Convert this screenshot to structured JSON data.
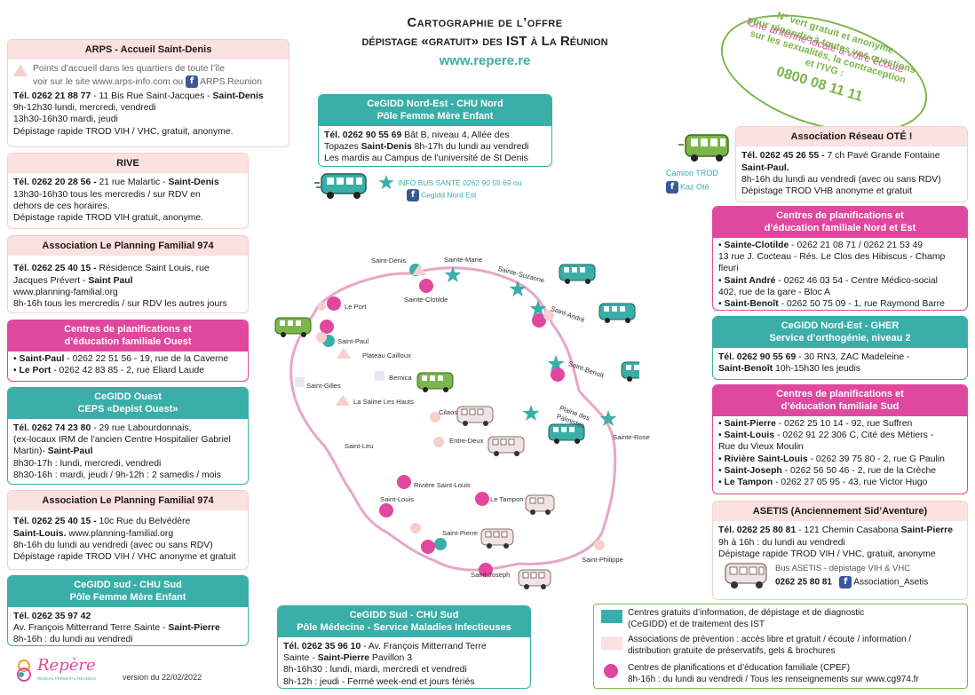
{
  "title": {
    "line1": "Cartographie de l’offre",
    "line2": "dépistage «gratuit» des IST à La Réunion",
    "url": "www.repere.re"
  },
  "bubble": {
    "headline": "Une antenne locale à votre écoute",
    "l1": "N° vert gratuit et anonyme",
    "l2": "pour répondre à toutes vos questions",
    "l3": "sur les sexualités, la contraception",
    "l4": "et l’IVG :",
    "phone": "0800 08 11 11"
  },
  "arps": {
    "title": "ARPS - Accueil Saint-Denis",
    "intro": "Points d’accueil dans les quartiers de toute l’île",
    "intro2": "voir sur le site www.arps-info.com ou",
    "fb": "ARPS.Reunion",
    "tel": "Tél.  0262 21 88 77",
    "addr": " - 11 Bis Rue Saint-Jacques - ",
    "city": "Saint-Denis",
    "h1": "9h-12h30 lundi, mercredi, vendredi",
    "h2": "13h30-16h30 mardi, jeudi",
    "h3": "Dépistage rapide TROD VIH / VHC, gratuit, anonyme."
  },
  "rive": {
    "title": "RIVE",
    "tel": "Tél.  0262 20 28 56 -",
    "addr": " 21 rue Malartic - ",
    "city": "Saint-Denis",
    "h1": "13h30-16h30 tous les mercredis / sur RDV en",
    "h2": "dehors de ces horaires.",
    "h3": "Dépistage rapide TROD VIH gratuit, anonyme."
  },
  "pf1": {
    "title": "Association Le Planning Familial 974",
    "tel": "Tél.  0262 25 40 15  -",
    "addr": " Résidence Saint Louis, rue",
    "addr2": "Jacques Prévert - ",
    "city": "Saint Paul",
    "web": "www.planning-familial.org",
    "h1": "8h-16h tous les mercredis / sur RDV les autres jours"
  },
  "cpefOuest": {
    "title1": "Centres de planifications et",
    "title2": "d’éducation familiale Ouest",
    "r1a": "Saint-Paul",
    "r1b": " - 0262 22 51 56 - 19, rue de la Caverne",
    "r2a": "Le Port",
    "r2b": " - 0262 42 83 85 - 2, rue Eliard Laude"
  },
  "cegiddOuest": {
    "title1": "CeGIDD Ouest",
    "title2": "CEPS «Depist Ouest»",
    "tel": "Tél.  0262 74 23 80",
    "addr": " - 29 rue Labourdonnais,",
    "a2": "(ex-locaux IRM de l’ancien Centre Hospitalier Gabriel",
    "a3": "Martin)- ",
    "city": "Saint-Paul",
    "h1": "8h30-17h : lundi, mercredi, vendredi",
    "h2": "8h30-16h : mardi, jeudi / 9h-12h : 2 samedis / mois"
  },
  "pf2": {
    "title": "Association Le Planning Familial 974",
    "tel": "Tél.  0262 25 40 15  -",
    "addr": " 10c Rue du Belvédère",
    "city": "Saint-Louis.",
    "web": "  www.planning-familial.org",
    "h1": "8h-16h du lundi au vendredi (avec ou sans RDV)",
    "h2": "Dépistage rapide TROD VIH / VHC anonyme et gratuit"
  },
  "cegiddSud1": {
    "title1": "CeGIDD sud - CHU Sud",
    "title2": "Pôle Femme Mère Enfant",
    "tel": "Tél.  0262 35 97 42",
    "a1": "Av. François Mitterrand Terre Sainte - ",
    "city": "Saint-Pierre",
    "h1": "8h-16h : du lundi au vendredi"
  },
  "footer": {
    "logo": "Repère",
    "logoSub": "RÉSEAU PÉRINATAL RÉUNION",
    "version": "version du 22/02/2022"
  },
  "cegiddNE": {
    "title1": "CeGIDD Nord-Est - CHU Nord",
    "title2": "Pôle Femme Mère Enfant",
    "tel": "Tél.  0262 90 55 69",
    "a1": " Bât B, niveau 4, Allée des",
    "a2": "Topazes  ",
    "city": "Saint-Denis",
    "a3": " 8h-17h du lundi au vendredi",
    "a4": "Les mardis au Campus de l’université de St Denis"
  },
  "infobus": {
    "label": "INFO BUS SANTÉ  0262 90 55 69 ou",
    "fb": "Cegidd Nord Est"
  },
  "camion": {
    "label": "Camion TROD",
    "fb": "Kaz Oté"
  },
  "ote": {
    "title": "Association Réseau OTÉ !",
    "tel": "Tél.  0262 45 26 55 -",
    "addr": " 7 ch Pavé Grande Fontaine",
    "city": "Saint-Paul.",
    "h1": "8h-16h du lundi au vendredi (avec ou sans RDV)",
    "h2": "Dépistage TROD VHB anonyme et gratuit"
  },
  "cpefNE": {
    "title1": "Centres de planifications et",
    "title2": "d’éducation familiale Nord et Est",
    "r1a": "Sainte-Clotilde",
    "r1b": " - 0262 21 08 71 / 0262 21 53 49",
    "r1c": "13 rue J. Cocteau - Rés. Le Clos des Hibiscus - Champ",
    "r1d": "fleuri",
    "r2a": "Saint André",
    "r2b": " -  0262 46 03 54 - Centre Médico-social",
    "r2c": "402, rue de la gare - Bloc A",
    "r3a": "Saint-Benoît",
    "r3b": " - 0262 50 75 09 - 1, rue Raymond Barre"
  },
  "gher": {
    "title1": "CeGIDD Nord-Est - GHER",
    "title2": "Service d’orthogénie, niveau 2",
    "tel": "Tél.  0262 90 55 69",
    "addr": " - 30 RN3, ZAC Madeleine -",
    "city": "Saint-Benoît",
    "h1": " 10h-15h30 les jeudis"
  },
  "cpefSud": {
    "title1": "Centres de planifications et",
    "title2": "d’éducation familiale Sud",
    "r1a": "Saint-Pierre",
    "r1b": " - 0262 25 10 14 - 92, rue Suffren",
    "r2a": "Saint-Louis",
    "r2b": " - 0262 91 22 306 C, Cité des Métiers -",
    "r2c": "Rue du Vieux Moulin",
    "r3a": "Rivière Saint-Louis",
    "r3b": " - 0262 39 75 80 - 2, rue G Paulin",
    "r4a": "Saint-Joseph",
    "r4b": " - 0262 56 50 46 - 2, rue de la Crèche",
    "r5a": "Le Tampon",
    "r5b": " - 0262 27 05 95 - 43, rue Victor Hugo"
  },
  "asetis": {
    "title": "ASETIS (Anciennement Sid’Aventure)",
    "tel": "Tél.  0262 25 80 81",
    "addr": " - 121 Chemin Casabona ",
    "city": "Saint-Pierre",
    "h1": "9h à 16h : du lundi au vendredi",
    "h2": "Dépistage rapide TROD VIH / VHC, gratuit, anonyme",
    "bus": "Bus ASETIS - dépistage VIH & VHC",
    "busTel": "0262 25 80 81",
    "fb": "Association_Asetis"
  },
  "cegiddSud2": {
    "title1": "CeGIDD Sud - CHU Sud",
    "title2": "Pôle Médecine - Service Maladies Infectieuses",
    "tel": "Tél.  0262 35 96 10",
    "a1": " - Av. François Mitterrand Terre",
    "a2": "Sainte - ",
    "city": "Saint-Pierre",
    "a3": " Pavillon 3",
    "h1": "8h-16h30 : lundi, mardi, mercredi et vendredi",
    "h2": "8h-12h : jeudi - Fermé week-end et jours fériés"
  },
  "legend": {
    "l1a": "Centres gratuits d’information, de dépistage et de diagnostic",
    "l1b": "(CeGIDD) et de traitement des IST",
    "l2a": "Associations de prévention  :  accès libre et gratuit / écoute / information /",
    "l2b": "distribution gratuite de préservatifs, gels & brochures",
    "l3a": "Centres de planifications et d’éducation familiale (CPEF)",
    "l3b": "8h-16h : du lundi au vendredi / Tous les renseignements sur www.cg974.fr"
  },
  "map": {
    "labels": [
      "Saint-Denis",
      "Sainte-Marie",
      "Sainte-Suzanne",
      "Sainte-Clotilde",
      "Saint-André",
      "Le Port",
      "Saint-Paul",
      "Plateau Cailloux",
      "Bernica",
      "Saint-Benoît",
      "Saint-Gilles",
      "La Saline Les Hauts",
      "Cilaos",
      "Plaine des Palmistes",
      "Sainte-Rose",
      "Saint-Leu",
      "Entre-Deux",
      "Rivière Saint-Louis",
      "Saint-Louis",
      "Le Tampon",
      "Saint-Pierre",
      "Saint-Philippe",
      "Saint-Joseph"
    ]
  },
  "colors": {
    "teal": "#3aaea8",
    "magenta": "#e0479e",
    "pink": "#fbe1e0",
    "green": "#7ab648",
    "coast": "#e8a6c8"
  }
}
